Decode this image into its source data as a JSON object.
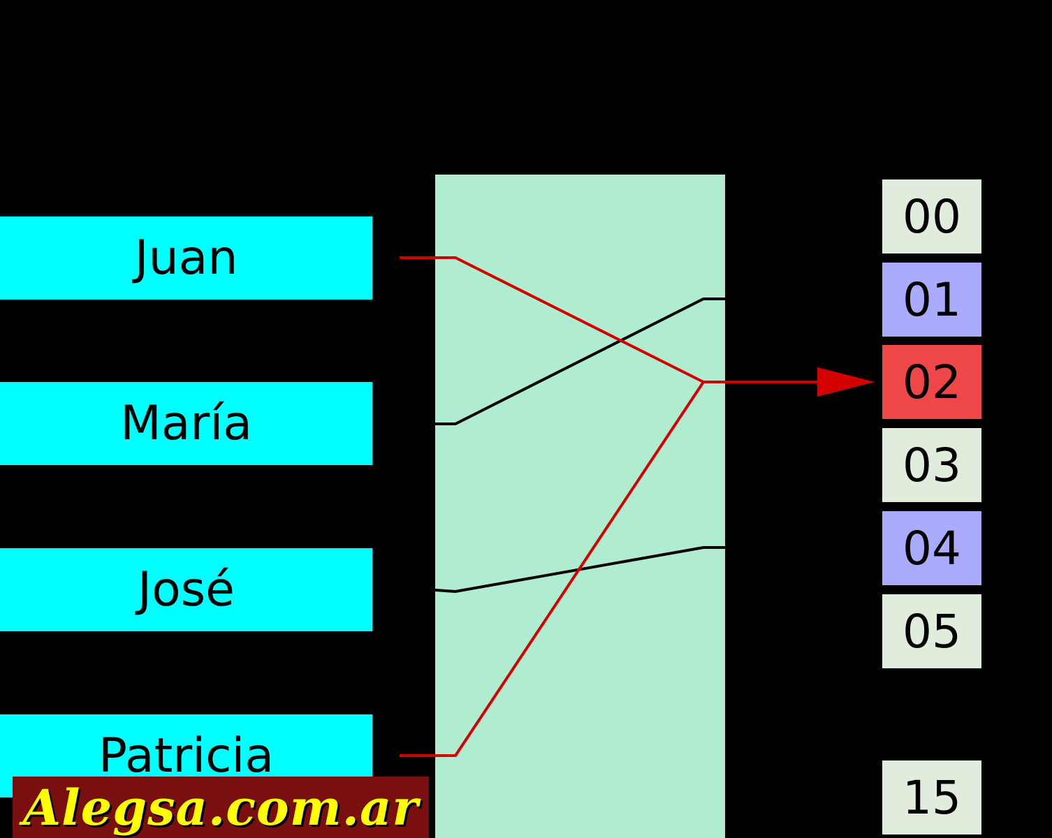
{
  "keys": [
    {
      "label": "Juan"
    },
    {
      "label": "María"
    },
    {
      "label": "José"
    },
    {
      "label": "Patricia"
    }
  ],
  "buckets": [
    {
      "label": "00",
      "color": "#e0ecdc"
    },
    {
      "label": "01",
      "color": "#ababfd"
    },
    {
      "label": "02",
      "color": "#ef4748"
    },
    {
      "label": "03",
      "color": "#e0ecdc"
    },
    {
      "label": "04",
      "color": "#ababfd"
    },
    {
      "label": "05",
      "color": "#e0ecdc"
    },
    {
      "label": "15",
      "color": "#e0ecdc"
    }
  ],
  "colors": {
    "key_box": "#00ffff",
    "hash_box": "#b0ecd0",
    "collision_line": "#d40000",
    "normal_line": "#000000"
  },
  "mappings": [
    {
      "from": "Juan",
      "to": "02",
      "collision": true
    },
    {
      "from": "María",
      "to": "01",
      "collision": false
    },
    {
      "from": "José",
      "to": "04",
      "collision": false
    },
    {
      "from": "Patricia",
      "to": "02",
      "collision": true
    }
  ],
  "watermark": {
    "text": "Alegsa.com.ar"
  }
}
